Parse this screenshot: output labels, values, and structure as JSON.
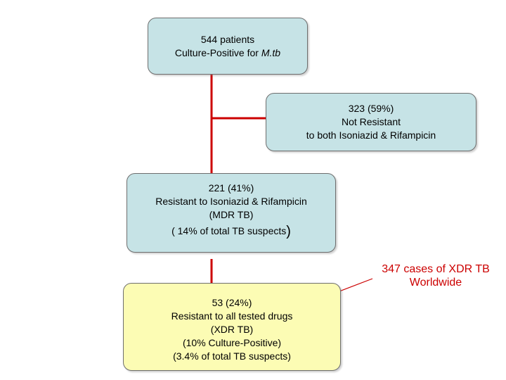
{
  "nodes": {
    "total": {
      "line1": "544 patients",
      "line2_prefix": "Culture-Positive for ",
      "line2_italic": "M.tb"
    },
    "not_resistant": {
      "line1": "323 (59%)",
      "line2": "Not Resistant",
      "line3": "to both Isoniazid & Rifampicin"
    },
    "mdr": {
      "line1": "221 (41%)",
      "line2": "Resistant to Isoniazid & Rifampicin",
      "line3": "(MDR TB)",
      "line4_open": "( ",
      "line4_text": "14% of total TB suspects",
      "line4_close": ")"
    },
    "xdr": {
      "line1": "53 (24%)",
      "line2": "Resistant to all tested drugs",
      "line3": "(XDR TB)",
      "line4": "(10% Culture-Positive)",
      "line5": "(3.4% of total TB suspects)"
    }
  },
  "callout": {
    "line1": "347 cases of XDR TB",
    "line2": "Worldwide"
  },
  "colors": {
    "blue_box": "#c6e3e6",
    "yellow_box": "#fcfcb4",
    "connector_red": "#cc0000",
    "callout_text": "#cc0000"
  }
}
